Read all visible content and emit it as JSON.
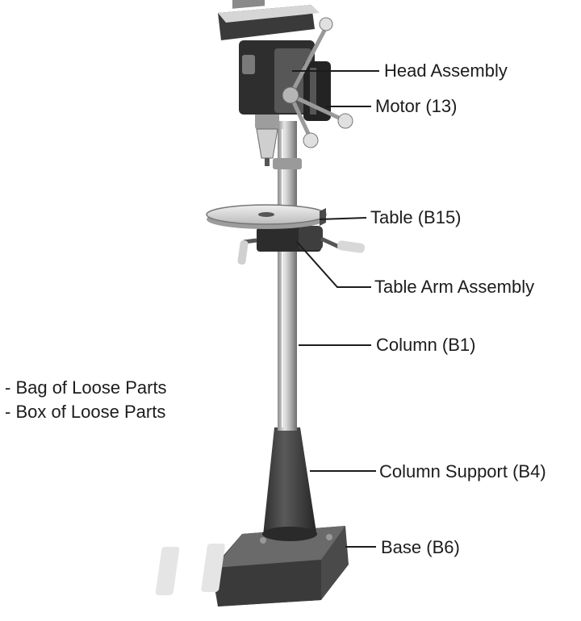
{
  "figure": {
    "subject": "floor drill press with callouts",
    "colors": {
      "line": "#1c1c1c",
      "metal_light": "#d8d8d8",
      "metal_mid": "#a9a9a9",
      "metal_dark": "#3a3a3a",
      "paint": "#4a4a4a"
    }
  },
  "callouts": [
    {
      "id": "head",
      "label": "Head Assembly"
    },
    {
      "id": "motor",
      "label": "Motor (13)"
    },
    {
      "id": "table",
      "label": "Table (B15)"
    },
    {
      "id": "table_arm",
      "label": "Table Arm Assembly"
    },
    {
      "id": "column",
      "label": "Column (B1)"
    },
    {
      "id": "column_support",
      "label": "Column Support (B4)"
    },
    {
      "id": "base",
      "label": "Base (B6)"
    }
  ],
  "notes": [
    "- Bag of Loose Parts",
    "- Box of Loose Parts"
  ]
}
